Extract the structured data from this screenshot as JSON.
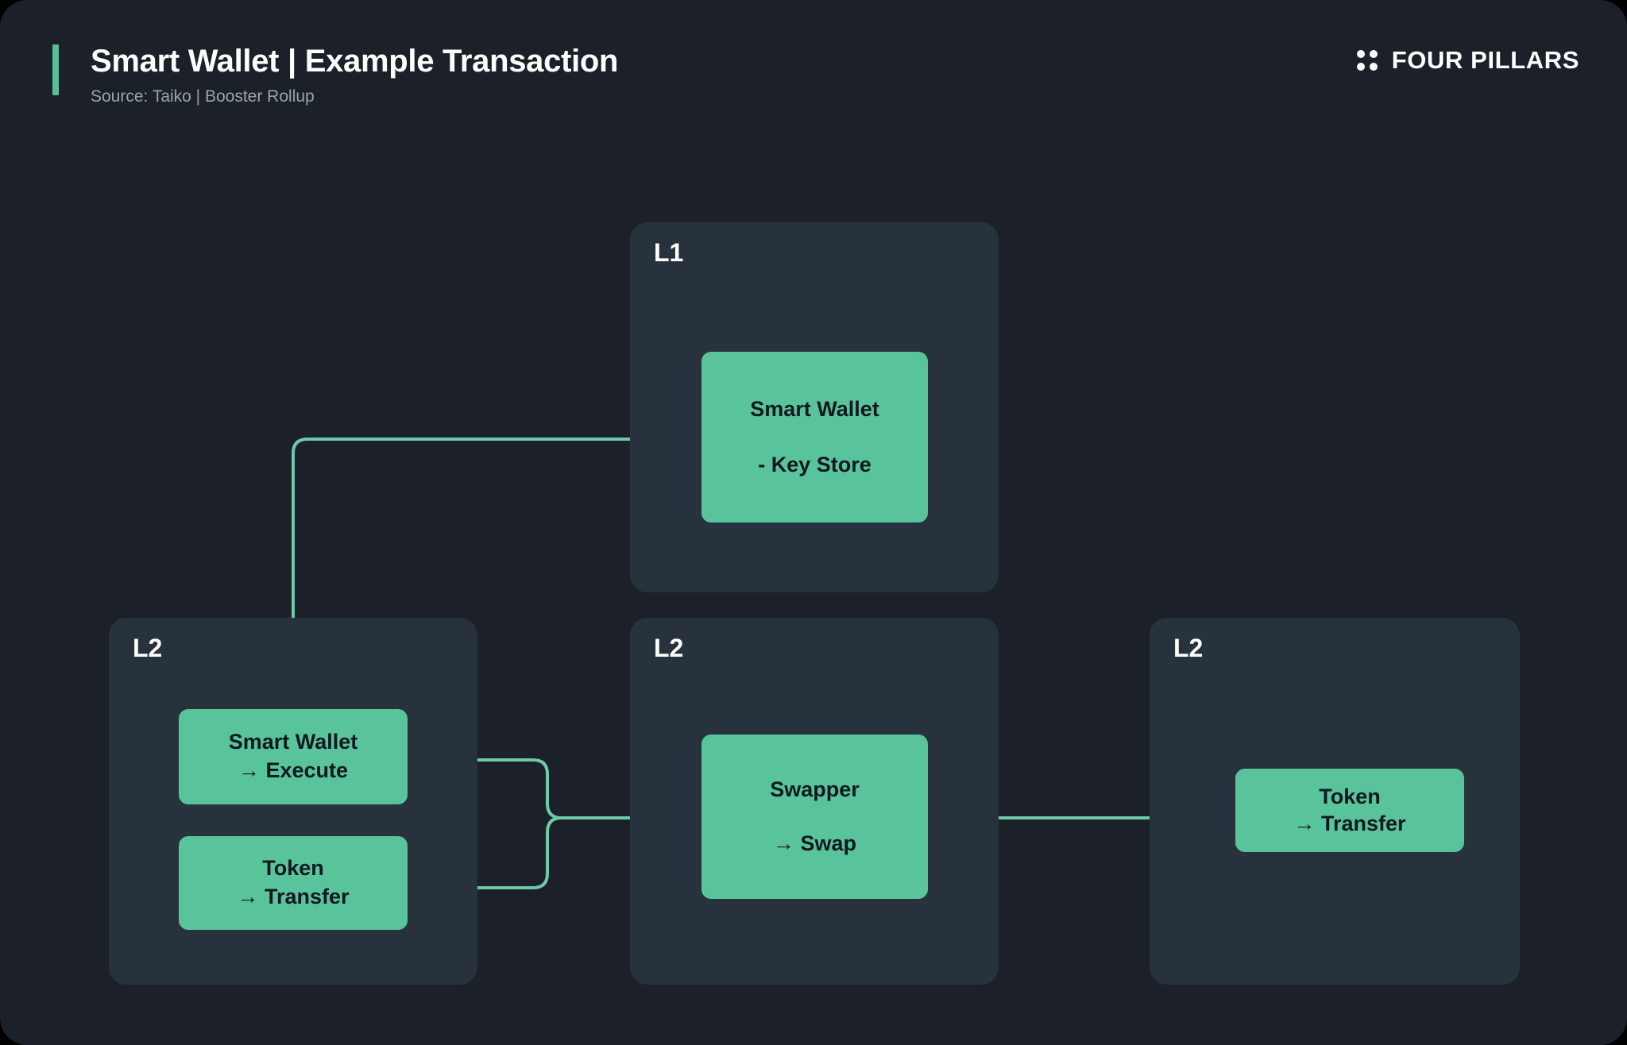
{
  "header": {
    "title": "Smart Wallet | Example Transaction",
    "subtitle": "Source: Taiko | Booster Rollup",
    "brand_name": "FOUR PILLARS",
    "accent_color": "#56bf93"
  },
  "theme": {
    "page_background": "#1b2029",
    "panel_background": "#28323d",
    "node_fill": "#59c49b",
    "node_text": "#111820",
    "edge_color": "#6ec9a6",
    "title_color": "#ffffff",
    "subtitle_color": "#9aa3ae"
  },
  "panels": [
    {
      "id": "l1",
      "label": "L1",
      "nodes": [
        {
          "id": "l1-wallet",
          "title": "Smart Wallet",
          "sub": "- Key Store"
        }
      ]
    },
    {
      "id": "l2-a",
      "label": "L2",
      "nodes": [
        {
          "id": "l2a-wallet",
          "title": "Smart Wallet",
          "sub": "→ Execute"
        },
        {
          "id": "l2a-token",
          "title": "Token",
          "sub": "→ Transfer"
        }
      ]
    },
    {
      "id": "l2-b",
      "label": "L2",
      "nodes": [
        {
          "id": "l2b-swapper",
          "title": "Swapper",
          "sub": "→ Swap"
        }
      ]
    },
    {
      "id": "l2-c",
      "label": "L2",
      "nodes": [
        {
          "id": "l2c-token",
          "title": "Token",
          "sub": "→ Transfer"
        }
      ]
    }
  ],
  "edges": [
    {
      "id": "l2a-wallet-to-l1-wallet",
      "from": "l2a-wallet",
      "to": "l1-wallet",
      "direction": "one-way"
    },
    {
      "id": "l2a-wallet-from-fork",
      "from": "fork",
      "to": "l2a-wallet",
      "direction": "one-way"
    },
    {
      "id": "l2a-token-from-fork",
      "from": "fork",
      "to": "l2a-token",
      "direction": "one-way"
    },
    {
      "id": "fork-to-swapper",
      "from": "fork",
      "to": "l2b-swapper",
      "direction": "one-way"
    },
    {
      "id": "swapper-to-l2c-token",
      "from": "l2b-swapper",
      "to": "l2c-token",
      "direction": "two-way"
    }
  ]
}
